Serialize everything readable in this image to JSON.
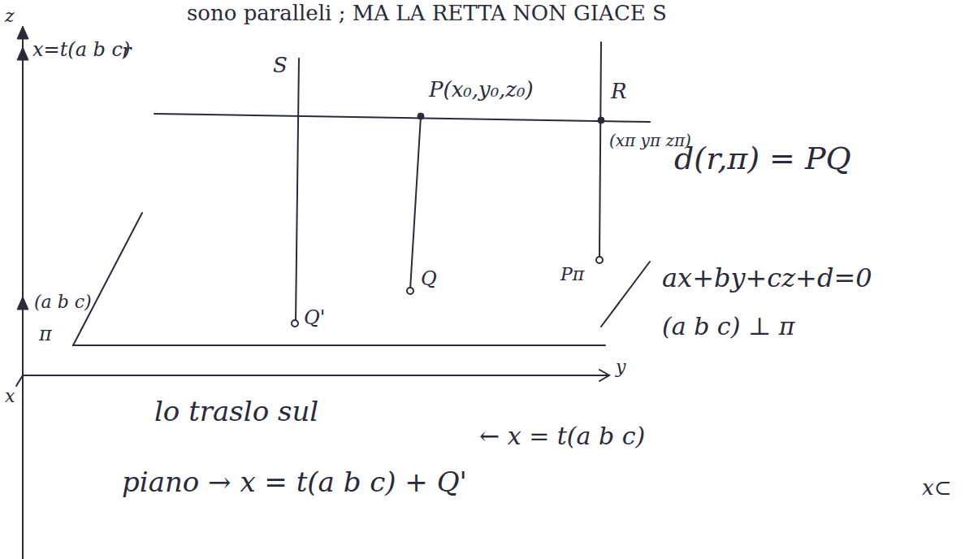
{
  "diagram": {
    "labels": [
      "sono paralleli ; MA LA RETTA NON GIACE S",
      "z",
      "x=t(a b c)",
      "r",
      "(a b c)",
      "π",
      "x",
      "y",
      "S",
      "P(x₀,y₀,z₀)",
      "R",
      "(xπ yπ zπ)",
      "d(r,π) = PQ",
      "Q",
      "Q'",
      "Pπ",
      "ax+by+cz+d=0",
      "(a b c) ⊥ π",
      "lo traslo sul",
      "← x = t(a b c)",
      "piano → x = t(a b c) + Q'",
      "x⊂"
    ]
  }
}
